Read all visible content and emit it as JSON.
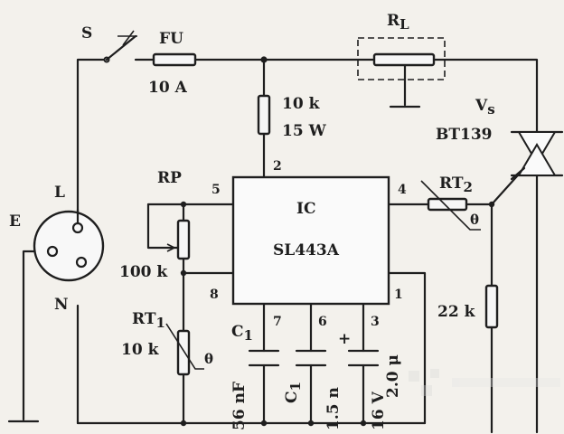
{
  "labels": {
    "switch": "S",
    "fuse": "FU",
    "fuse_rating": "10 A",
    "load": "R",
    "load_sub": "L",
    "heater_resistor_value": "10 k",
    "heater_resistor_power": "15 W",
    "triac": "V",
    "triac_sub": "s",
    "triac_model": "BT139",
    "earth": "E",
    "live": "L",
    "neutral": "N",
    "pot": "RP",
    "pot_value": "100 k",
    "ic_name": "IC",
    "ic_model": "SL443A",
    "rt2": "RT",
    "rt2_sub": "2",
    "rt1": "RT",
    "rt1_sub": "1",
    "rt1_value": "10 k",
    "theta": "θ",
    "r_out_value": "22 k",
    "c1": "C",
    "c1_sub": "1",
    "c1_value": "56 nF",
    "c2_value": "1.5 n",
    "c3_value": "16 V",
    "c3_value_partial": "2.0 μ",
    "plus_sign": "+"
  },
  "ic_pins": [
    "2",
    "5",
    "4",
    "8",
    "7",
    "6",
    "3",
    "1"
  ]
}
